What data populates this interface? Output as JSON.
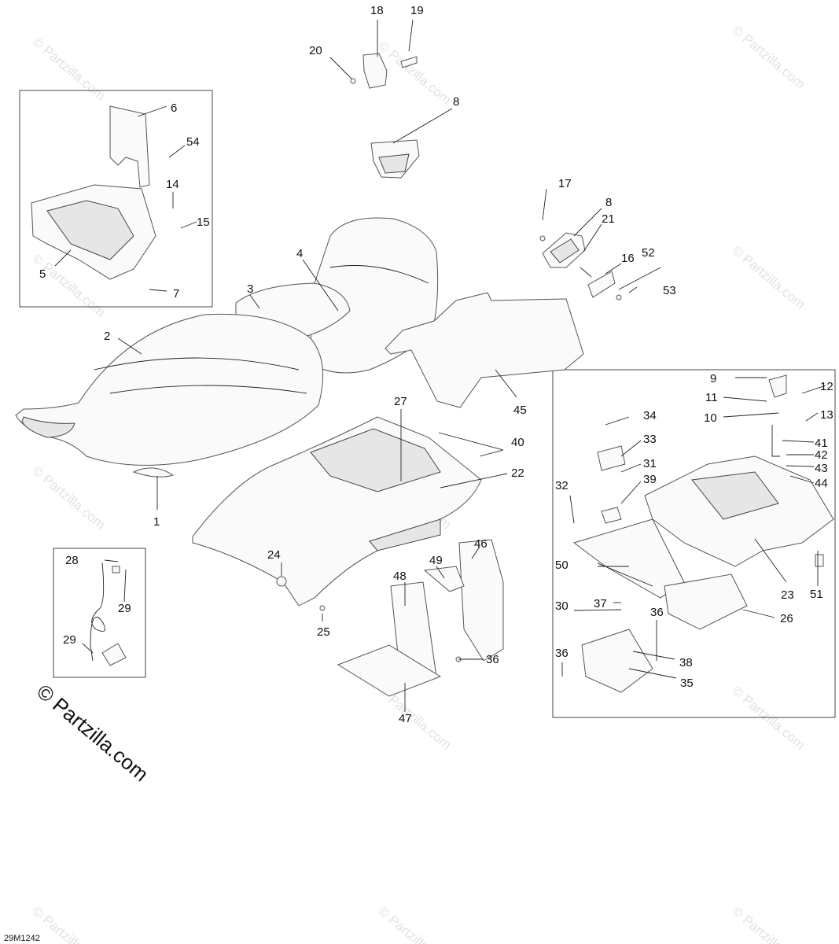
{
  "diagram": {
    "watermark_main": "© Partzilla.com",
    "watermark_small": "© Partzilla.com",
    "drawing_code": "29M1242",
    "callouts": [
      "1",
      "2",
      "3",
      "4",
      "5",
      "6",
      "7",
      "8",
      "8",
      "9",
      "10",
      "11",
      "12",
      "13",
      "14",
      "15",
      "16",
      "17",
      "18",
      "19",
      "20",
      "21",
      "22",
      "23",
      "24",
      "25",
      "26",
      "27",
      "28",
      "29",
      "29",
      "30",
      "31",
      "32",
      "33",
      "34",
      "35",
      "36",
      "36",
      "36",
      "37",
      "38",
      "39",
      "40",
      "41",
      "42",
      "43",
      "44",
      "45",
      "46",
      "47",
      "48",
      "49",
      "50",
      "51",
      "52",
      "53",
      "54"
    ]
  }
}
